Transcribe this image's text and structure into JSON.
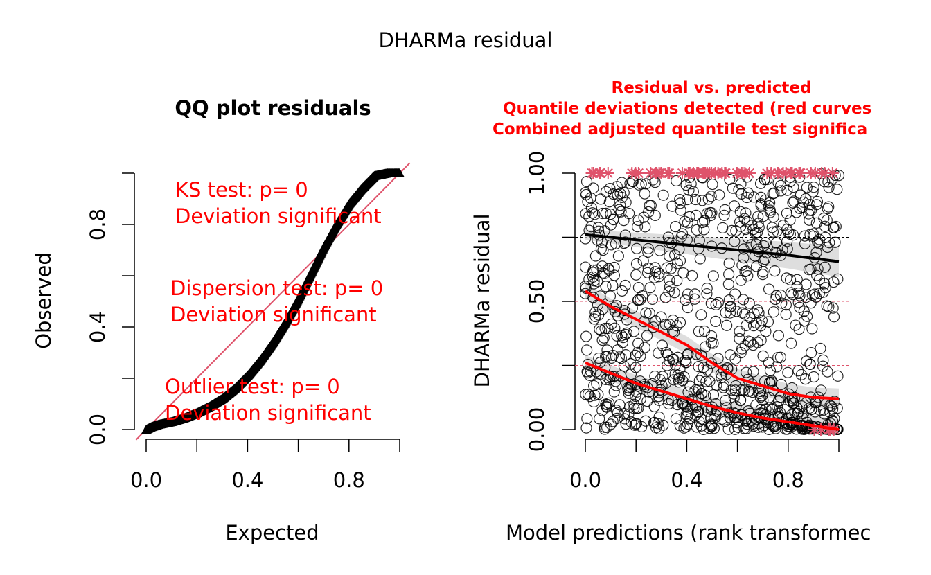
{
  "page": {
    "title": "DHARMa residual"
  },
  "colors": {
    "stat_text": "#ff0000",
    "reference_line": "#df536b",
    "outlier_marker": "#df536b",
    "points": "#000000",
    "quantile_curve": "#ff0000",
    "quantile_fit": "#000000",
    "band": "#cccccc"
  },
  "chart_data": [
    {
      "type": "scatter",
      "title": "QQ plot residuals",
      "xlabel": "Expected",
      "ylabel": "Observed",
      "xlim": [
        0,
        1
      ],
      "ylim": [
        0,
        1
      ],
      "x_ticks": [
        0,
        0.2,
        0.4,
        0.6,
        0.8,
        1.0
      ],
      "x_tick_labels": [
        "0.0",
        "0.4",
        "0.8"
      ],
      "x_tick_label_values": [
        0,
        0.4,
        0.8
      ],
      "y_ticks": [
        0,
        0.2,
        0.4,
        0.6,
        0.8,
        1.0
      ],
      "y_tick_labels": [
        "0.0",
        "0.4",
        "0.8"
      ],
      "y_tick_label_values": [
        0,
        0.4,
        0.8
      ],
      "reference_line": "y = x",
      "qq_curve": {
        "expected": [
          0,
          0.02,
          0.05,
          0.1,
          0.15,
          0.2,
          0.25,
          0.3,
          0.35,
          0.4,
          0.45,
          0.5,
          0.55,
          0.6,
          0.65,
          0.7,
          0.75,
          0.8,
          0.85,
          0.9,
          0.95,
          1.0
        ],
        "observed": [
          0,
          0.01,
          0.02,
          0.03,
          0.045,
          0.065,
          0.09,
          0.12,
          0.16,
          0.21,
          0.27,
          0.34,
          0.42,
          0.51,
          0.61,
          0.71,
          0.8,
          0.88,
          0.94,
          0.99,
          1.0,
          1.0
        ]
      },
      "annotations": [
        {
          "line1": "KS test: p= 0",
          "line2": "Deviation  significant"
        },
        {
          "line1": "Dispersion test: p= 0",
          "line2": "Deviation  significant"
        },
        {
          "line1": "Outlier test: p= 0",
          "line2": "Deviation  significant"
        }
      ]
    },
    {
      "type": "scatter",
      "title_lines": [
        "Residual vs. predicted",
        "Quantile deviations detected (red curves",
        "Combined adjusted quantile test significa"
      ],
      "xlabel": "Model predictions (rank transformec",
      "ylabel": "DHARMa residual",
      "xlim": [
        0,
        1
      ],
      "ylim": [
        0,
        1
      ],
      "x_ticks": [
        0,
        0.2,
        0.4,
        0.6,
        0.8,
        1.0
      ],
      "x_tick_labels": [
        "0.0",
        "0.4",
        "0.8"
      ],
      "x_tick_label_values": [
        0,
        0.4,
        0.8
      ],
      "y_ticks": [
        0,
        0.25,
        0.5,
        0.75,
        1.0
      ],
      "y_tick_labels": [
        "0.00",
        "0.50",
        "1.00"
      ],
      "y_tick_label_values": [
        0,
        0.5,
        1.0
      ],
      "reference_quantiles": [
        0.25,
        0.5,
        0.75
      ],
      "quantile_fits": [
        {
          "quantile": 0.25,
          "x": [
            0,
            0.1,
            0.2,
            0.3,
            0.4,
            0.5,
            0.6,
            0.7,
            0.8,
            0.9,
            1.0
          ],
          "y": [
            0.26,
            0.22,
            0.18,
            0.15,
            0.12,
            0.09,
            0.065,
            0.045,
            0.03,
            0.015,
            0.0
          ],
          "color": "#ff0000",
          "band": [
            0.03,
            0.04
          ]
        },
        {
          "quantile": 0.5,
          "x": [
            0,
            0.1,
            0.2,
            0.3,
            0.4,
            0.5,
            0.6,
            0.7,
            0.8,
            0.9,
            1.0
          ],
          "y": [
            0.54,
            0.48,
            0.43,
            0.38,
            0.33,
            0.26,
            0.2,
            0.17,
            0.14,
            0.125,
            0.12
          ],
          "color": "#ff0000",
          "band": [
            0.03,
            0.04
          ]
        },
        {
          "quantile": 0.75,
          "x": [
            0,
            0.2,
            0.4,
            0.6,
            0.8,
            1.0
          ],
          "y": [
            0.76,
            0.74,
            0.72,
            0.7,
            0.68,
            0.655
          ],
          "color": "#000000",
          "band": [
            0.02,
            0.06
          ]
        }
      ],
      "n_points": 900,
      "outlier_count_top": 55,
      "outlier_count_bottom": 6
    }
  ]
}
